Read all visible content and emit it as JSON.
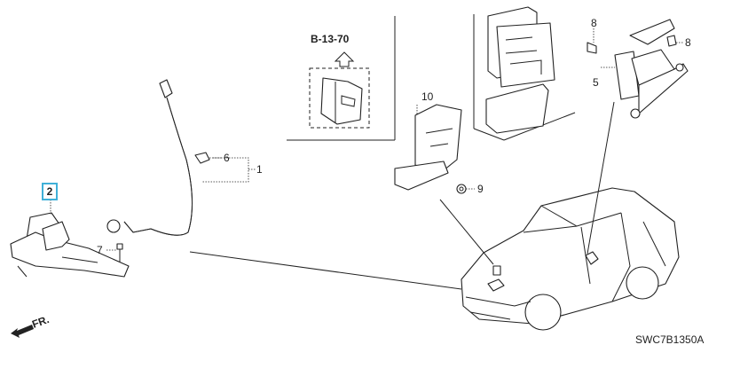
{
  "diagram": {
    "reference_box": {
      "ref_label": "B-13-70"
    },
    "callouts": [
      {
        "id": "1",
        "text": "1"
      },
      {
        "id": "2",
        "text": "2",
        "highlighted": true,
        "highlight_color": "#3fb0d8"
      },
      {
        "id": "5",
        "text": "5"
      },
      {
        "id": "6",
        "text": "6"
      },
      {
        "id": "7",
        "text": "7"
      },
      {
        "id": "8a",
        "text": "8"
      },
      {
        "id": "8b",
        "text": "8"
      },
      {
        "id": "9",
        "text": "9"
      },
      {
        "id": "10",
        "text": "10"
      }
    ],
    "direction_label": "FR.",
    "diagram_code": "SWC7B1350A"
  }
}
